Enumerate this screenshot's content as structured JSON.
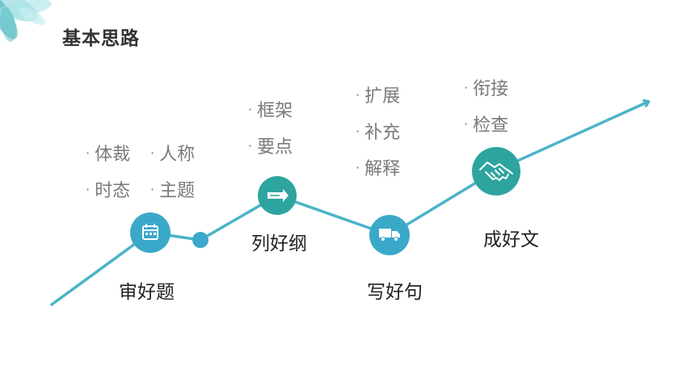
{
  "title": "基本思路",
  "colors": {
    "line": "#4ab3c8",
    "node_blue": "#3aa9c9",
    "node_teal": "#2ea49f",
    "title_text": "#333333",
    "bullet_text": "#7a7a7a",
    "label_text": "#222222"
  },
  "stages": [
    {
      "label": "审好题",
      "icon": "calendar-icon",
      "items": [
        {
          "text": "体裁"
        },
        {
          "text": "人称"
        },
        {
          "text": "时态"
        },
        {
          "text": "主题"
        }
      ]
    },
    {
      "label": "列好纲",
      "icon": "arrow-right-icon",
      "items": [
        {
          "text": "框架"
        },
        {
          "text": "要点"
        }
      ]
    },
    {
      "label": "写好句",
      "icon": "truck-icon",
      "items": [
        {
          "text": "扩展"
        },
        {
          "text": "补充"
        },
        {
          "text": "解释"
        }
      ]
    },
    {
      "label": "成好文",
      "icon": "handshake-icon",
      "items": [
        {
          "text": "衔接"
        },
        {
          "text": "检查"
        }
      ]
    }
  ]
}
